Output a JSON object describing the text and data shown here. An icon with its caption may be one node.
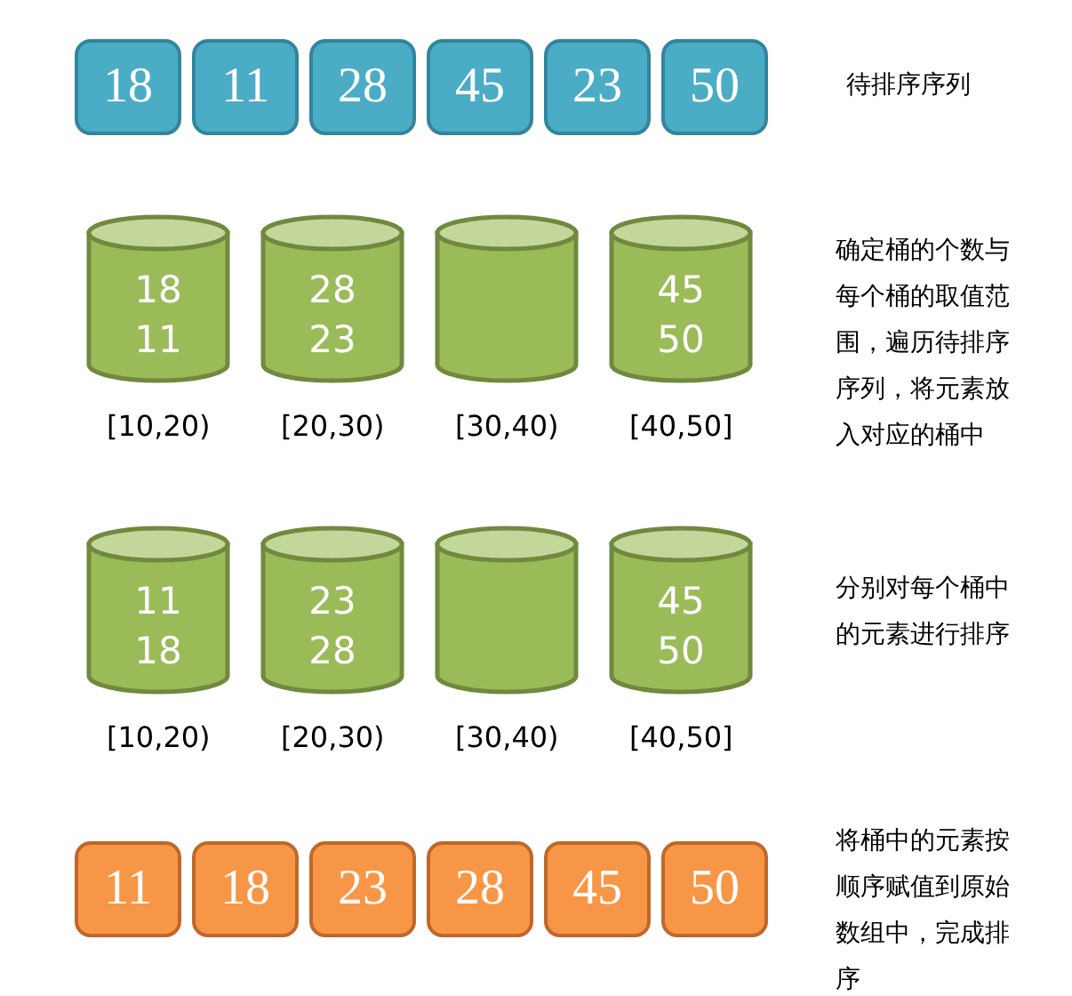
{
  "diagram": {
    "nodes": [
      {
        "text": [
          "18"
        ]
      },
      {
        "text": [
          "11"
        ]
      },
      {
        "text": [
          "28"
        ]
      },
      {
        "text": [
          "45"
        ]
      },
      {
        "text": [
          "23"
        ]
      },
      {
        "text": [
          "50"
        ]
      },
      {
        "text": [
          "18",
          "11"
        ],
        "beside": [
          "[10,20)"
        ]
      },
      {
        "text": [
          "28",
          "23"
        ],
        "beside": [
          "[20,30)"
        ]
      },
      {
        "text": [],
        "shape": "cylinder",
        "beside": [
          "[30,40)"
        ]
      },
      {
        "text": [
          "45",
          "50"
        ],
        "beside": [
          "[40,50]"
        ]
      },
      {
        "text": [
          "11",
          "18"
        ],
        "beside": [
          "[10,20)"
        ]
      },
      {
        "text": [
          "23",
          "28"
        ],
        "beside": [
          "[20,30)"
        ]
      },
      {
        "text": [],
        "shape": "cylinder",
        "beside": [
          "[30,40)"
        ]
      },
      {
        "text": [
          "45",
          "50"
        ],
        "beside": [
          "[40,50]"
        ]
      },
      {
        "text": [
          "11"
        ]
      },
      {
        "text": [
          "18"
        ]
      },
      {
        "text": [
          "23"
        ]
      },
      {
        "text": [
          "28"
        ]
      },
      {
        "text": [
          "45"
        ]
      },
      {
        "text": [
          "50"
        ]
      }
    ],
    "labels": [
      "待排序序列",
      "确定桶的个数与每个桶的取值范围，遍历待排序序列，将元素放入对应的桶中",
      "分别对每个桶中的元素进行排序",
      "将桶中的元素按顺序赋值到原始数组中，完成排序"
    ]
  }
}
